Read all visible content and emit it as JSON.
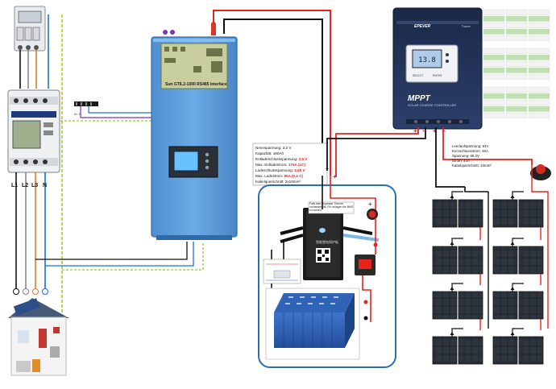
{
  "phases": [
    "L1",
    "L2",
    "L3",
    "N"
  ],
  "inverter": {
    "board_label": "Sun GTIL2-1000 RS485 Interface"
  },
  "mppt": {
    "brand": "EPEVER",
    "model_hint": "Tracer",
    "title": "MPPT",
    "subtitle": "SOLAR CHARGE CONTROLLER",
    "screen_value": "13.8",
    "buttons": [
      "SELECT",
      "ENTER"
    ]
  },
  "battery_spec": {
    "lines": [
      {
        "text": "Nennspannung: 3,2 V",
        "highlight": false
      },
      {
        "text": "Kapazität: 180Ah",
        "highlight": false
      },
      {
        "text": "Entladeschlussspannung: 2,5 V",
        "highlight": true
      },
      {
        "text": "Max. Entladestrom: 176A (1C)",
        "highlight": true
      },
      {
        "text": "Ladeschlussspannung: 3,65 V",
        "highlight": true
      },
      {
        "text": "Max. Ladestrom: 85A (0,5 C)",
        "highlight": true
      },
      {
        "text": "Kabelquerschnitt: 2x10mm²",
        "highlight": false
      }
    ]
  },
  "bms_note": "Falls kein separater Trenner vorhanden ist: Für anlagen die BMS zu nutzen",
  "bms_label": "智能锂电保护板",
  "solar_spec": {
    "lines": [
      "Leerlaufspannung: 84V",
      "Kurzschlussstrom: 46A",
      "Spannung: 69,2V",
      "Strom: 44A",
      "Kabelquerschnitt: 10mm²"
    ]
  },
  "colors": {
    "red": "#e8231c",
    "black": "#111111",
    "blue": "#1e6fd9",
    "inverter_blue": "#5b9bd5",
    "border_blue": "#2d6db5",
    "green_wire": "#9acd32",
    "orange_wire": "#e07b20",
    "purple_wire": "#7b35b5",
    "mppt_navy": "#1f2f55"
  }
}
